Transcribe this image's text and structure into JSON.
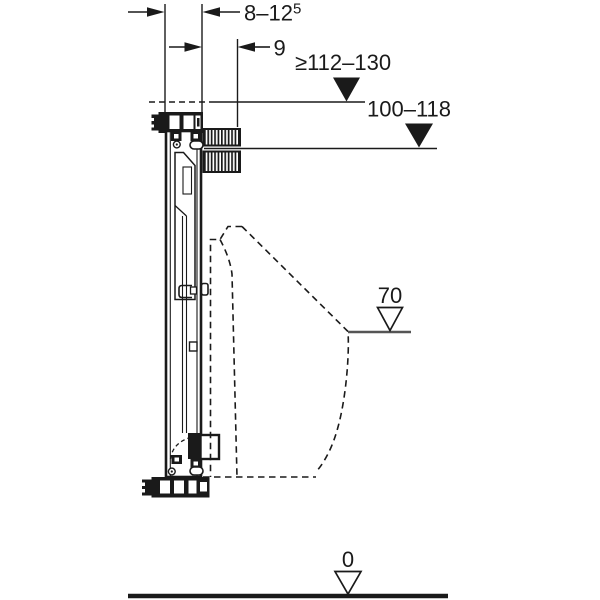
{
  "drawing": {
    "labels": {
      "top_offset": {
        "value": "8–12",
        "sup": "5"
      },
      "frame_depth": "9",
      "upper_height_range": "≥112–130",
      "lower_height_range": "100–118",
      "rim_height": "70",
      "floor_level": "0"
    },
    "icons": {
      "level-marker-filled": "▼",
      "level-marker-open": "▽"
    },
    "colors": {
      "line": "#1a1a1a",
      "rim_level_line": "#555555",
      "background": "#ffffff"
    }
  }
}
